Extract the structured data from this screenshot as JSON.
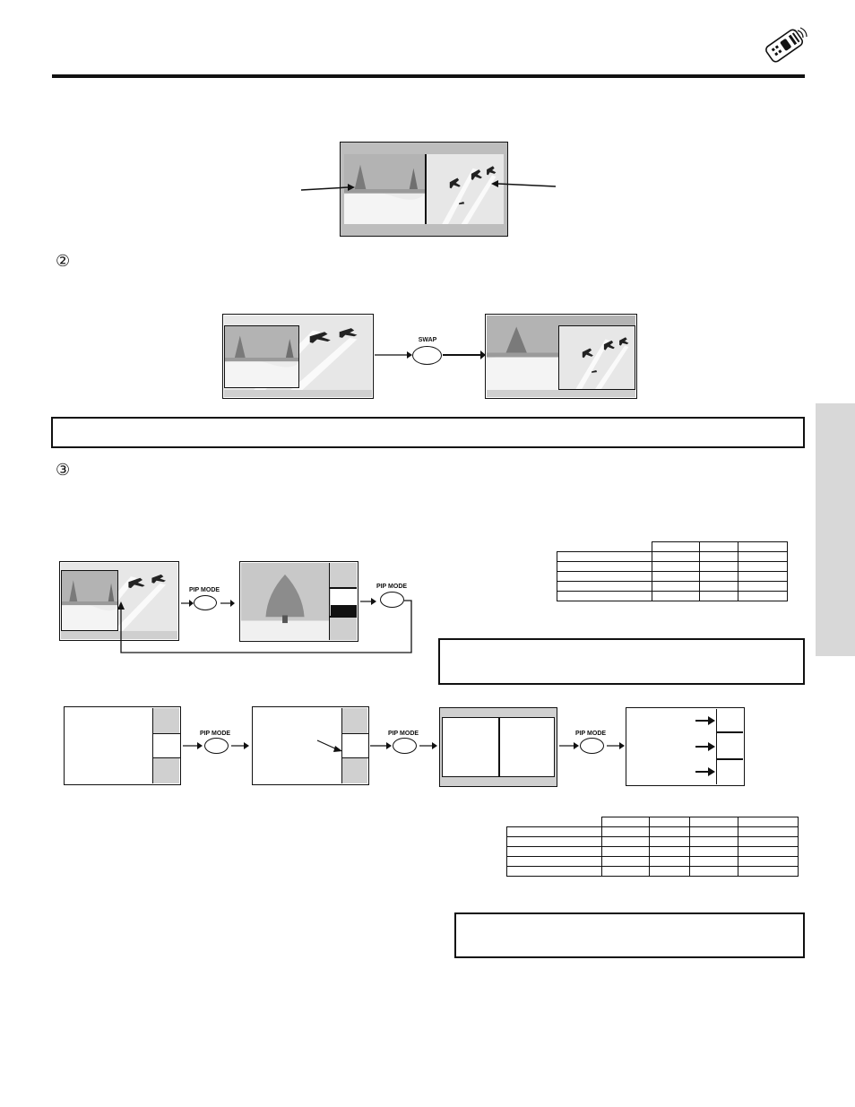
{
  "page": {
    "remote_icon": "remote-control-icon",
    "steps": {
      "step2": "②",
      "step3": "③"
    }
  },
  "diagram_swap": {
    "button_label": "SWAP"
  },
  "diagram_pipmode": {
    "button_label": "PIP MODE"
  },
  "tables": {
    "table1": {
      "rows": 6,
      "cols": 4
    },
    "table2": {
      "rows": 6,
      "cols": 5
    }
  },
  "colors": {
    "accent": "#111111",
    "side_tab": "#d8d8d8",
    "photo_bg": "#b9b9b9"
  }
}
